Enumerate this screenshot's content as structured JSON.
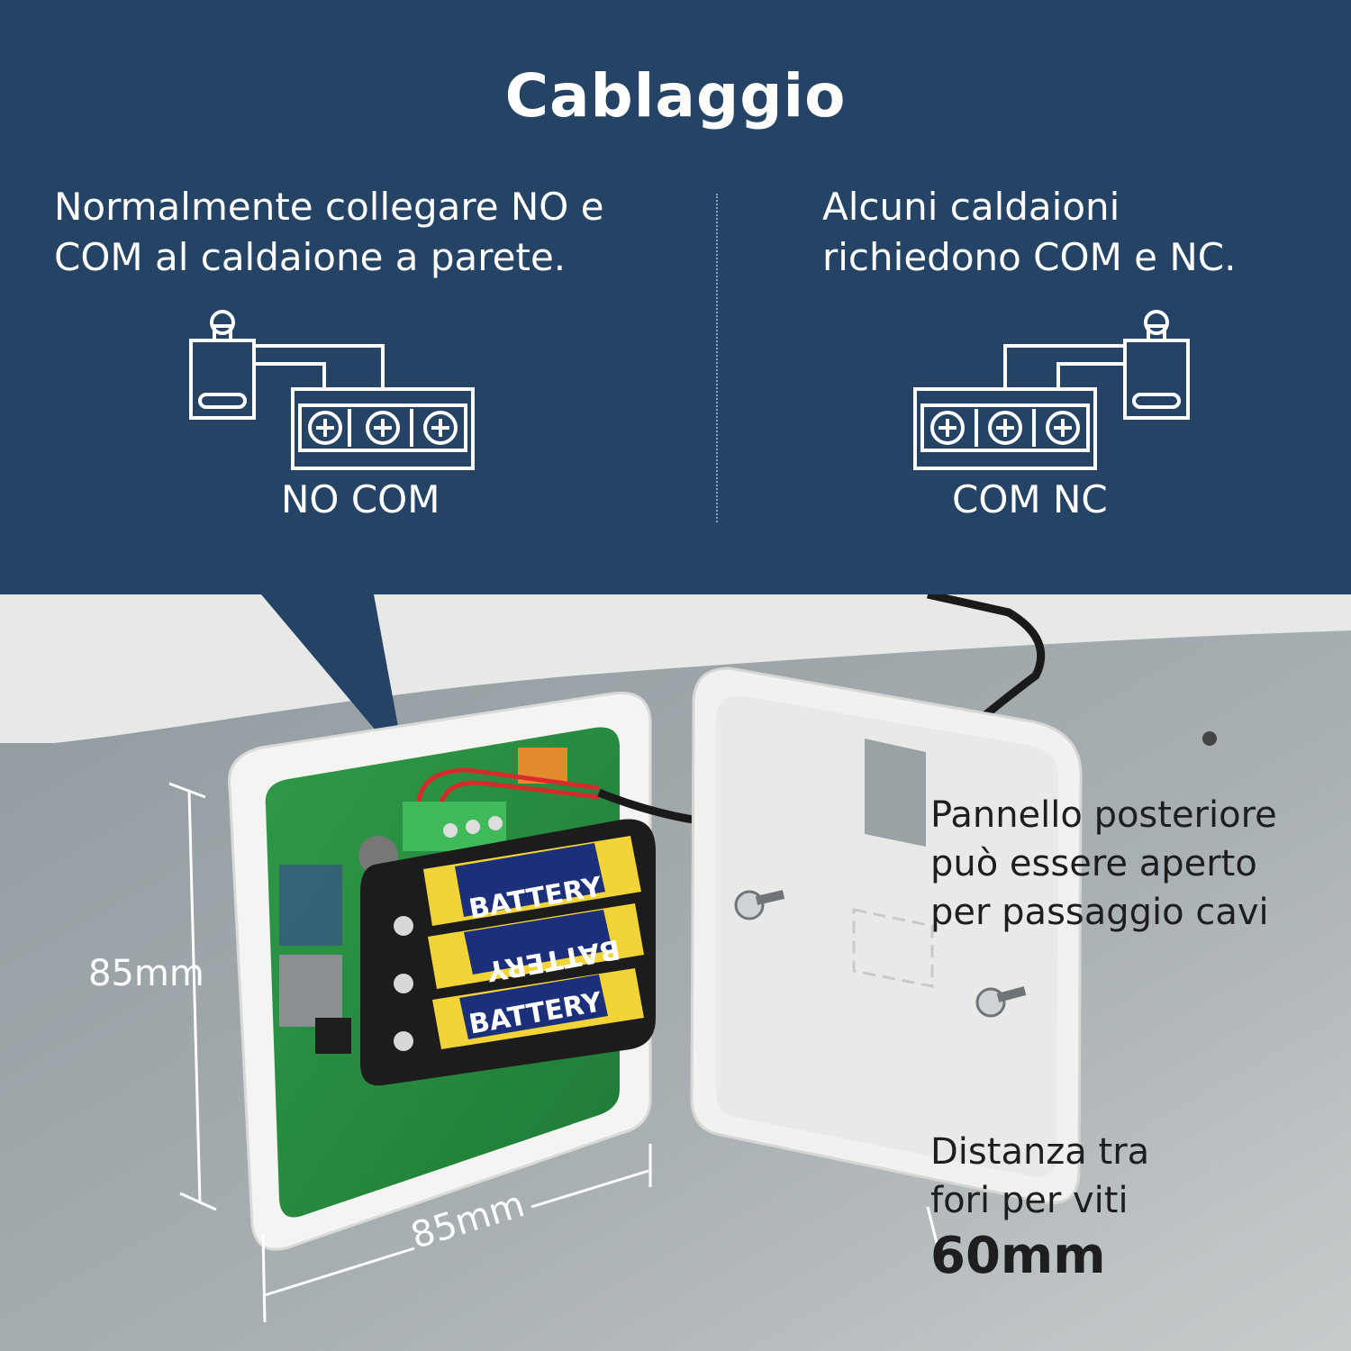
{
  "header": {
    "title": "Cablaggio"
  },
  "wiring": {
    "left": {
      "description": "Normalmente collegare NO e COM al caldaione a parete.",
      "terminals": "NO COM"
    },
    "right": {
      "description": "Alcuni caldaioni richiedono COM e NC.",
      "terminals": "COM NC"
    }
  },
  "photo": {
    "battery_labels": [
      "BATTERY",
      "BATTERY",
      "BATTERY"
    ],
    "height_dimension": "85mm",
    "width_dimension": "85mm",
    "back_panel_note": "Pannello posteriore può essere aperto per passaggio cavi",
    "screw_distance_label": "Distanza tra fori per viti",
    "screw_distance_value": "60mm"
  },
  "colors": {
    "panel_blue": "#244365",
    "pcb_green": "#2f9a48",
    "battery_yellow": "#f2d438",
    "battery_navy": "#1c2f7a"
  }
}
